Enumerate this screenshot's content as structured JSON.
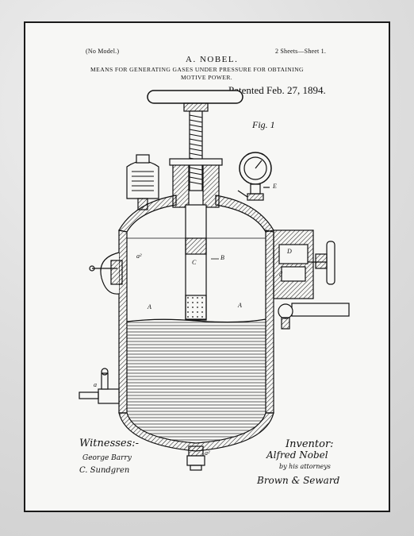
{
  "header": {
    "no_model": "(No Model.)",
    "sheets": "2 Sheets—Sheet 1.",
    "inventor_name": "A. NOBEL.",
    "title_line1": "MEANS FOR GENERATING GASES UNDER PRESSURE FOR OBTAINING",
    "title_line2": "MOTIVE POWER.",
    "patented": "Patented Feb. 27, 1894."
  },
  "figure": {
    "label": "Fig. 1",
    "parts": {
      "a2_top": "a²",
      "b": "B",
      "c": "C",
      "e": "E",
      "a_left": "A",
      "a_right": "A",
      "d": "D",
      "d_small": "d",
      "a_small": "a",
      "a2_bottom": "a²"
    }
  },
  "witnesses": {
    "heading": "Witnesses:-",
    "names": [
      "George Barry",
      "C. Sundgren"
    ]
  },
  "inventor": {
    "heading": "Inventor:",
    "name": "Alfred Nobel",
    "by_line": "by his attorneys",
    "attorneys": "Brown & Seward"
  },
  "colors": {
    "ink": "#111111",
    "paper": "#f7f7f5",
    "background": "#d4d4d4"
  }
}
